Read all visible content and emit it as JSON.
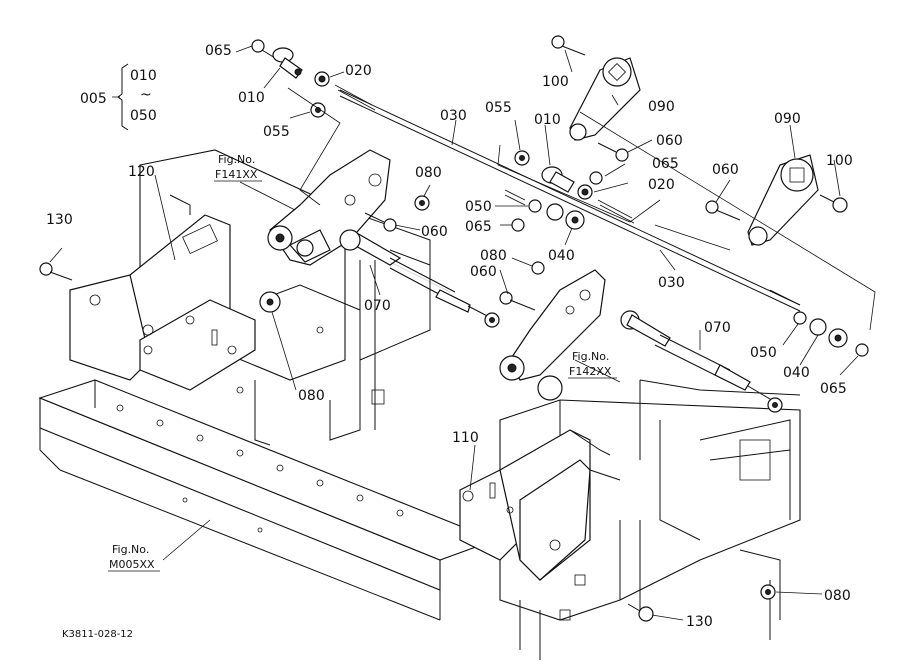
{
  "range": {
    "start": "005",
    "from": "010",
    "tilde": "~",
    "to": "050"
  },
  "labels": {
    "l065a": "065",
    "l010a": "010",
    "l020a": "020",
    "l055a": "055",
    "l030a": "030",
    "l055b": "055",
    "l010b": "010",
    "l100a": "100",
    "l090a": "090",
    "l060a": "060",
    "l065b": "065",
    "l020b": "020",
    "l090b": "090",
    "l060b": "060",
    "l100b": "100",
    "l120": "120",
    "l080a": "080",
    "l060c": "060",
    "l050a": "050",
    "l065c": "065",
    "l040a": "040",
    "l130a": "130",
    "l080b": "080",
    "l060d": "060",
    "l030b": "030",
    "l070a": "070",
    "l070b": "070",
    "l080c": "080",
    "l050b": "050",
    "l040b": "040",
    "l065d": "065",
    "l110": "110",
    "l080d": "080",
    "l130b": "130"
  },
  "fig_refs": {
    "f141": {
      "prefix": "Fig.No.",
      "code": "F141XX"
    },
    "f142": {
      "prefix": "Fig.No.",
      "code": "F142XX"
    },
    "m005": {
      "prefix": "Fig.No.",
      "code": "M005XX"
    }
  },
  "drawing_code": "K3811-028-12"
}
